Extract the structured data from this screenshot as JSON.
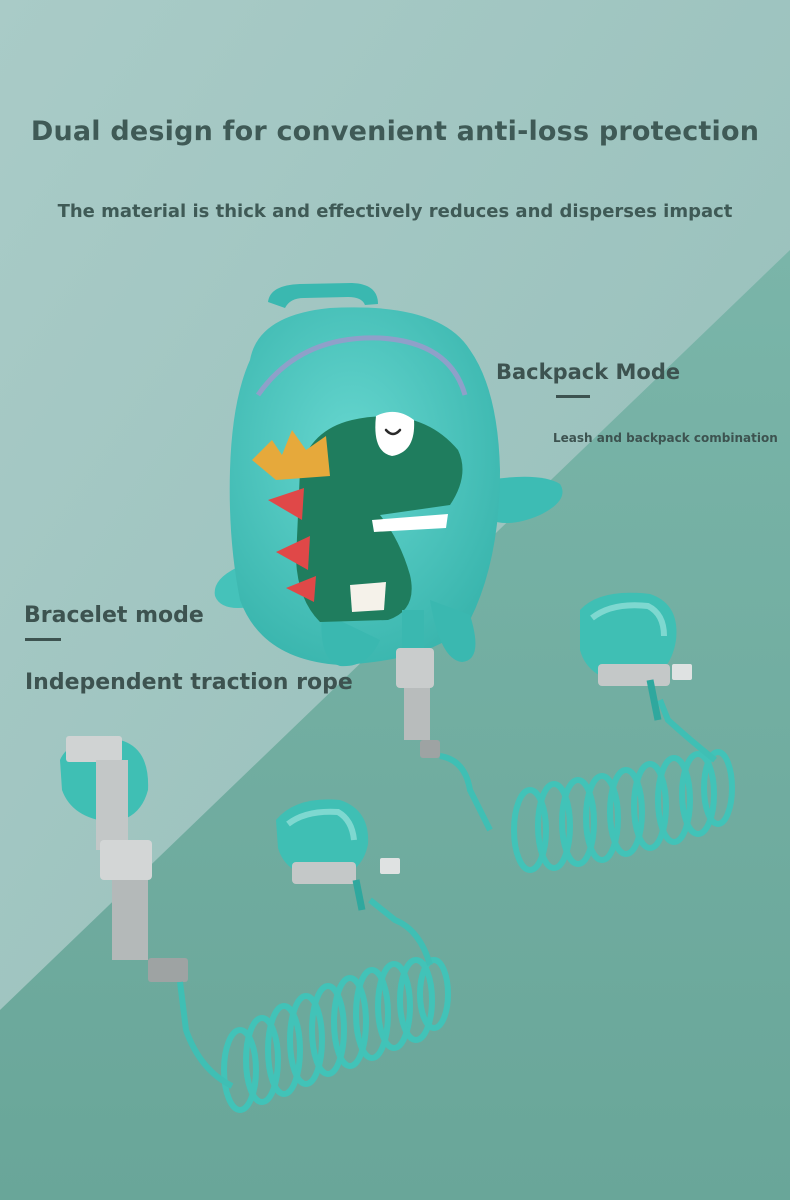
{
  "texts": {
    "headline": "Dual design for convenient anti-loss protection",
    "subheadline": "The material is thick and effectively reduces and disperses impact",
    "backpack_mode": "Backpack Mode",
    "backpack_desc": "Leash and backpack combination",
    "bracelet_mode": "Bracelet mode",
    "traction_rope": "Independent traction rope"
  },
  "colors": {
    "bg_light": "#a7c9c5",
    "bg_dark": "#6fab9e",
    "text": "#3d5350",
    "backpack": "#4cc7c0",
    "dino_green": "#1f7d5e",
    "coil": "#3fbfb4",
    "strap_gray": "#b8bcbc"
  }
}
